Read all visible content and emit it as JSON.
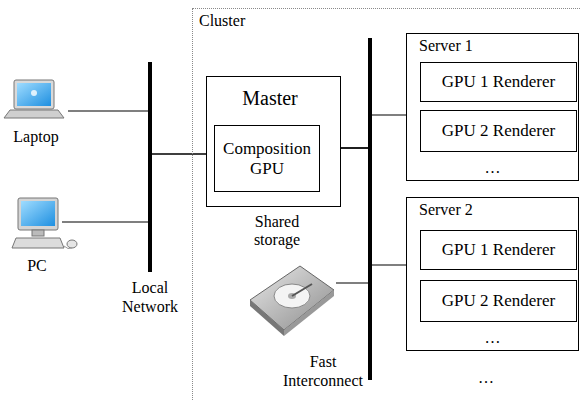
{
  "diagram": {
    "nodes": [
      {
        "text": [
          "Laptop"
        ]
      },
      {
        "text": [
          "PC"
        ]
      },
      {
        "text": [
          "Cluster"
        ]
      },
      {
        "text": [
          "Master"
        ],
        "in": 2
      },
      {
        "text": [
          "Composition GPU"
        ],
        "in": 3
      },
      {
        "text": [
          "Shared storage"
        ],
        "in": 2
      },
      {
        "text": [
          "Server 1",
          "…"
        ],
        "in": 2
      },
      {
        "text": [
          "GPU 1 Renderer"
        ],
        "in": 6
      },
      {
        "text": [
          "GPU 2 Renderer"
        ],
        "in": 6
      },
      {
        "text": [
          "Server 2",
          "…"
        ],
        "in": 2
      },
      {
        "text": [
          "GPU 1 Renderer"
        ],
        "in": 9
      },
      {
        "text": [
          "GPU 2 Renderer"
        ],
        "in": 9
      }
    ],
    "edges": [
      {
        "from": 0,
        "to": 3,
        "arrow": "none"
      },
      {
        "from": 1,
        "to": 3,
        "arrow": "none"
      },
      {
        "from": 3,
        "to": 6,
        "arrow": "none"
      },
      {
        "from": 3,
        "to": 9,
        "arrow": "none"
      },
      {
        "from": 3,
        "to": 5,
        "arrow": "none"
      }
    ],
    "labels": [
      "Local Network",
      "Fast Interconnect",
      "…"
    ]
  }
}
